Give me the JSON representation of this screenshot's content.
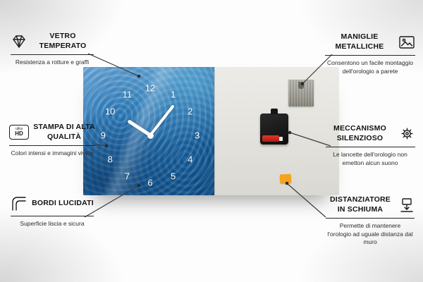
{
  "callouts": {
    "vetro": {
      "title": "VETRO TEMPERATO",
      "subtitle": "Resistenza a rotture e graffi",
      "icon": "diamond-icon"
    },
    "stampa": {
      "title": "STAMPA DI ALTA QUALITÀ",
      "subtitle": "Colori intensi e immagini vivide",
      "icon": "ultra-hd-icon"
    },
    "bordi": {
      "title": "BORDI LUCIDATI",
      "subtitle": "Superficie liscia e sicura",
      "icon": "polished-edge-icon"
    },
    "maniglie": {
      "title": "MANIGLIE METALLICHE",
      "subtitle": "Consentono un facile montaggio dell'orologio a parete",
      "icon": "picture-frame-icon"
    },
    "meccanismo": {
      "title": "MECCANISMO SILENZIOSO",
      "subtitle": "Le lancette dell'orologio non emetton alcun suono",
      "icon": "gear-icon"
    },
    "distanziatore": {
      "title": "DISTANZIATORE IN SCHIUMA",
      "subtitle": "Permette di mantenere l'orologio ad uguale distanza dal muro",
      "icon": "wall-spacer-icon"
    }
  },
  "ultra_hd_badge": {
    "line1": "ultra",
    "line2": "HD"
  },
  "clock": {
    "numbers": [
      "12",
      "1",
      "2",
      "3",
      "4",
      "5",
      "6",
      "7",
      "8",
      "9",
      "10",
      "11"
    ],
    "time_shown": "10:08"
  },
  "colors": {
    "clock_glass_blue": "#2a77b6",
    "back_panel": "#e3e2dd",
    "foam_spacer_orange": "#f5a21d",
    "battery_red": "#c9271b",
    "callout_line": "#3c3c3c",
    "text": "#121212"
  }
}
